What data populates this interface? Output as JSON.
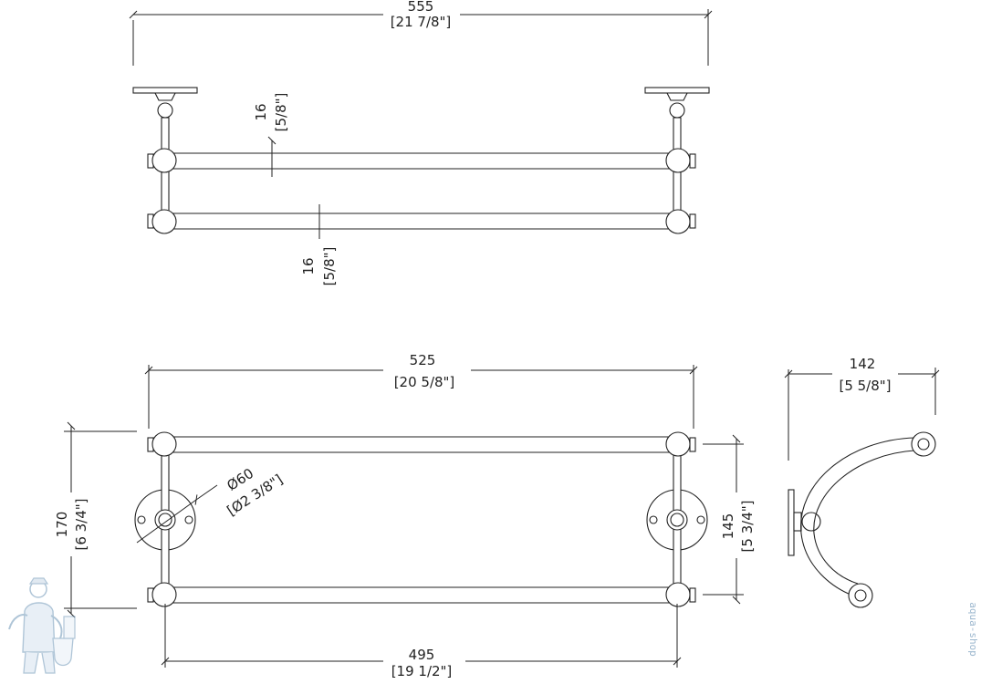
{
  "drawing": {
    "dimensions": {
      "overall_width": {
        "mm": "555",
        "in": "[21 7/8\"]"
      },
      "bar_diameter_top": {
        "mm": "16",
        "in": "[5/8\"]"
      },
      "bar_diameter_bottom": {
        "mm": "16",
        "in": "[5/8\"]"
      },
      "bar_length": {
        "mm": "525",
        "in": "[20 5/8\"]"
      },
      "height_outer": {
        "mm": "170",
        "in": "[6 3/4\"]"
      },
      "rose_diameter": {
        "mm": "Ø60",
        "in": "[Ø2 3/8\"]"
      },
      "bar_spacing": {
        "mm": "145",
        "in": "[5 3/4\"]"
      },
      "post_centers": {
        "mm": "495",
        "in": "[19 1/2\"]"
      },
      "projection": {
        "mm": "142",
        "in": "[5 5/8\"]"
      }
    },
    "watermark": {
      "text": "aqua-shop",
      "color": "#9db8cf"
    },
    "line_color": "#222222"
  }
}
